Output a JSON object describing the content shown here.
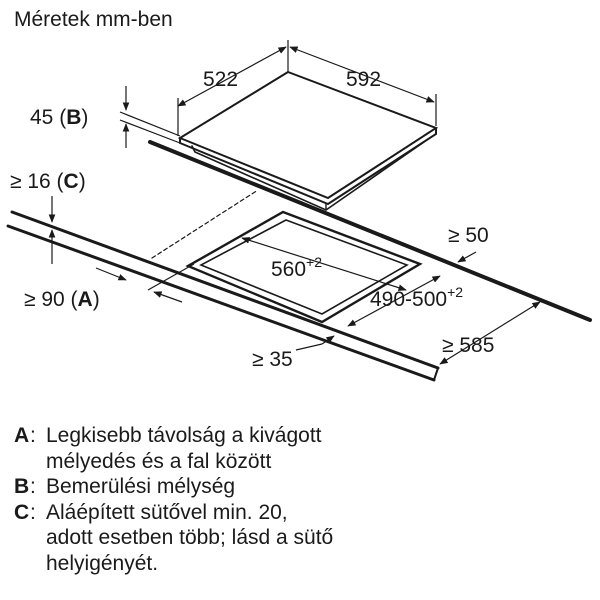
{
  "title": "Méretek mm-ben",
  "dimensions": {
    "hob_depth": "522",
    "hob_width": "592",
    "install_depth_value": "45 (",
    "install_depth_key": "B",
    "install_depth_close": ")",
    "clearance_c_prefix": "≥ 16 (",
    "clearance_c_key": "C",
    "clearance_c_close": ")",
    "clearance_a_prefix": "≥ 90 (",
    "clearance_a_key": "A",
    "clearance_a_close": ")",
    "rear_clearance": "≥ 50",
    "cutout_width_base": "560",
    "cutout_width_tol": "+2",
    "cutout_depth_base": "490-500",
    "cutout_depth_tol": "+2",
    "side_clearance": "≥ 35",
    "worktop_depth": "≥ 585"
  },
  "legend": [
    {
      "key": "A",
      "lines": [
        "Legkisebb távolság a kivágott",
        "mélyedés és a fal között"
      ]
    },
    {
      "key": "B",
      "lines": [
        "Bemerülési mélység"
      ]
    },
    {
      "key": "C",
      "lines": [
        "Aláépített sütővel min. 20,",
        "adott esetben több; lásd a sütő",
        "helyigényét."
      ]
    }
  ],
  "colors": {
    "line": "#1a1a1a",
    "background": "#ffffff"
  }
}
